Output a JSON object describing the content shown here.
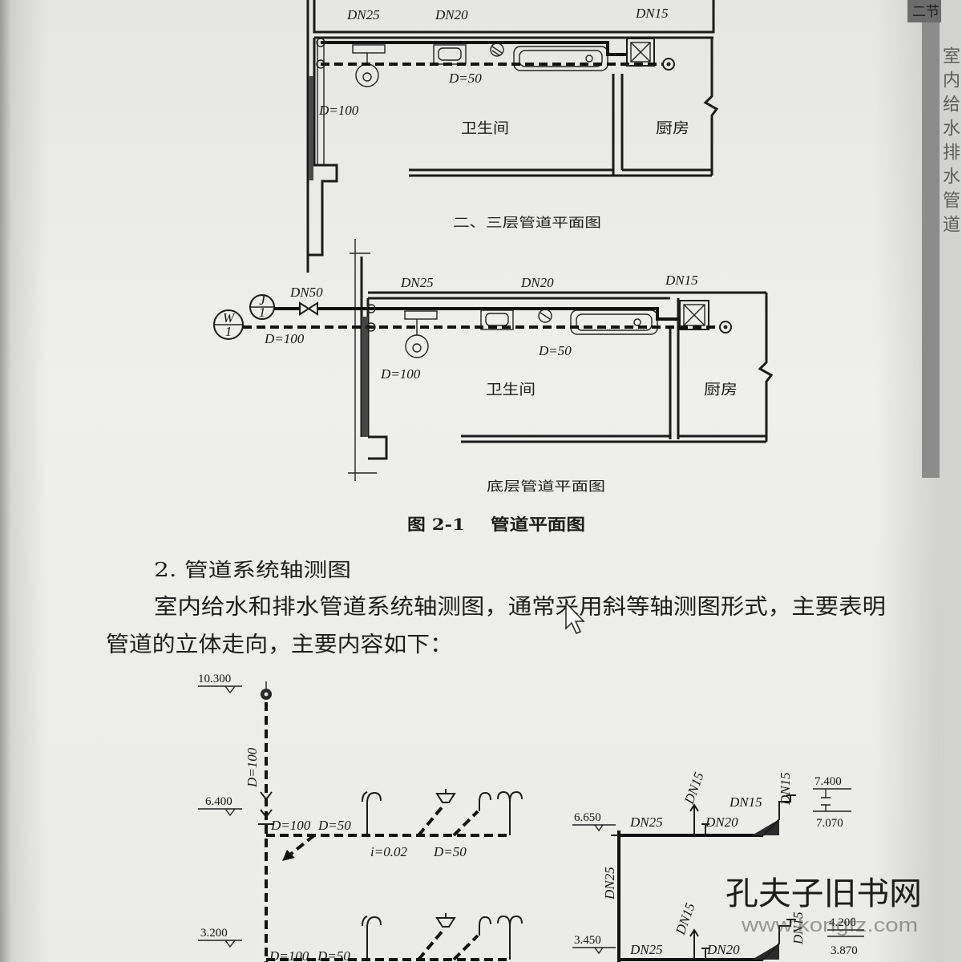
{
  "side_page": {
    "tab": "二节",
    "vertical_text": "室内给水排水管道"
  },
  "plan_upper": {
    "dn25": "DN25",
    "dn20": "DN20",
    "dn15": "DN15",
    "d50": "D=50",
    "d100": "D=100",
    "bathroom": "卫生间",
    "kitchen": "厨房",
    "caption": "二、三层管道平面图"
  },
  "plan_ground": {
    "dn50": "DN50",
    "meter_letter": "J",
    "meter_number": "1",
    "well_letter": "W",
    "well_number": "1",
    "d100_outlet": "D=100",
    "dn25": "DN25",
    "dn20": "DN20",
    "dn15": "DN15",
    "d50": "D=50",
    "d100": "D=100",
    "bathroom": "卫生间",
    "kitchen": "厨房",
    "caption": "底层管道平面图"
  },
  "figure": {
    "number": "图 2-1",
    "title": "管道平面图"
  },
  "section": {
    "heading": "2. 管道系统轴测图",
    "lines": [
      "室内给水和排水管道系统轴测图，通常采用斜等轴测图形式，主要表明",
      "管道的立体走向，主要内容如下："
    ]
  },
  "drainage_system": {
    "elevations": [
      "10.300",
      "6.400",
      "3.200"
    ],
    "riser": "D=100",
    "upper_branch": [
      "D=100",
      "D=50",
      "i=0.02",
      "D=50"
    ],
    "lower_branch": [
      "D=100",
      "D=50"
    ]
  },
  "supply_system": {
    "elev_upper": [
      "7.400",
      "7.070",
      "6.650"
    ],
    "upper_labels": [
      "DN15",
      "DN15",
      "DN15",
      "DN25",
      "DN20"
    ],
    "riser": "DN25",
    "elev_lower": [
      "4.200",
      "3.870",
      "3.450"
    ],
    "lower_labels": [
      "DN15",
      "DN15",
      "DN25",
      "DN20"
    ]
  },
  "watermark": {
    "name": "孔夫子旧书网",
    "url": "www.kongfz.com"
  }
}
